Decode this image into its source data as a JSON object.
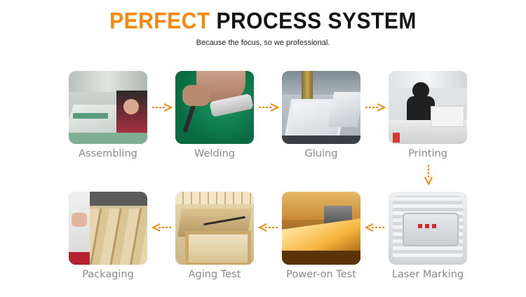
{
  "header": {
    "title_accent": "PERFECT",
    "title_main": "PROCESS SYSTEM",
    "subtitle": "Because the focus, so we professional."
  },
  "steps": [
    {
      "label": "Assembling"
    },
    {
      "label": "Welding"
    },
    {
      "label": "Gluing"
    },
    {
      "label": "Printing"
    },
    {
      "label": "Laser Marking"
    },
    {
      "label": "Power-on Test"
    },
    {
      "label": "Aging Test"
    },
    {
      "label": "Packaging"
    }
  ],
  "colors": {
    "accent": "#f7870f",
    "title": "#141414",
    "label": "#8a8a8a",
    "arrow": "#f7870f"
  }
}
